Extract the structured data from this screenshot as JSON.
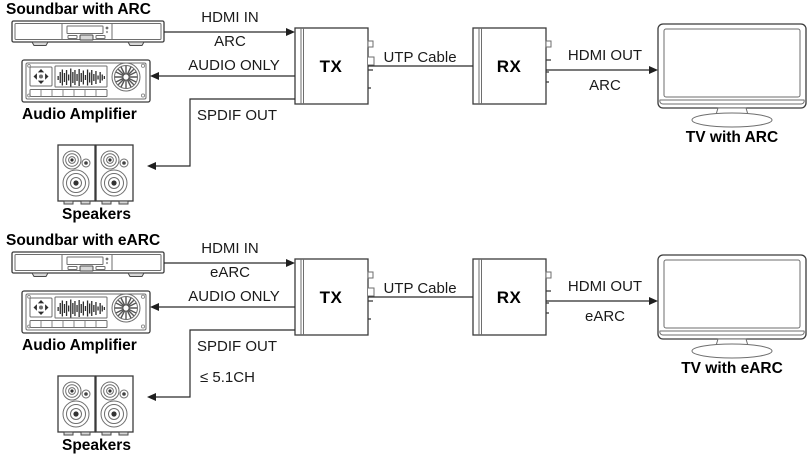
{
  "diagram": {
    "title": "ARC and eARC audio return channel connection diagram",
    "type": "block-connection-diagram",
    "sections": [
      {
        "id": "arc",
        "source_label": "Soundbar with ARC",
        "amplifier_label": "Audio Amplifier",
        "speakers_label": "Speakers",
        "tx_label": "TX",
        "rx_label": "RX",
        "tv_label": "TV with ARC",
        "link_in_line1": "HDMI IN",
        "link_in_line2": "ARC",
        "link_audio": "AUDIO ONLY",
        "link_spdif": "SPDIF OUT",
        "link_utp": "UTP Cable",
        "link_out_line1": "HDMI OUT",
        "link_out_line2": "ARC",
        "link_channels": ""
      },
      {
        "id": "earc",
        "source_label": "Soundbar with eARC",
        "amplifier_label": "Audio Amplifier",
        "speakers_label": "Speakers",
        "tx_label": "TX",
        "rx_label": "RX",
        "tv_label": "TV with eARC",
        "link_in_line1": "HDMI IN",
        "link_in_line2": "eARC",
        "link_audio": "AUDIO ONLY",
        "link_spdif": "SPDIF OUT",
        "link_utp": "UTP Cable",
        "link_out_line1": "HDMI OUT",
        "link_out_line2": "eARC",
        "link_channels": "≤ 5.1CH"
      }
    ],
    "colors": {
      "line": "#2b2b2b",
      "text": "#1a1a1a",
      "device_outline": "#3b3b3b",
      "background": "#ffffff"
    }
  }
}
